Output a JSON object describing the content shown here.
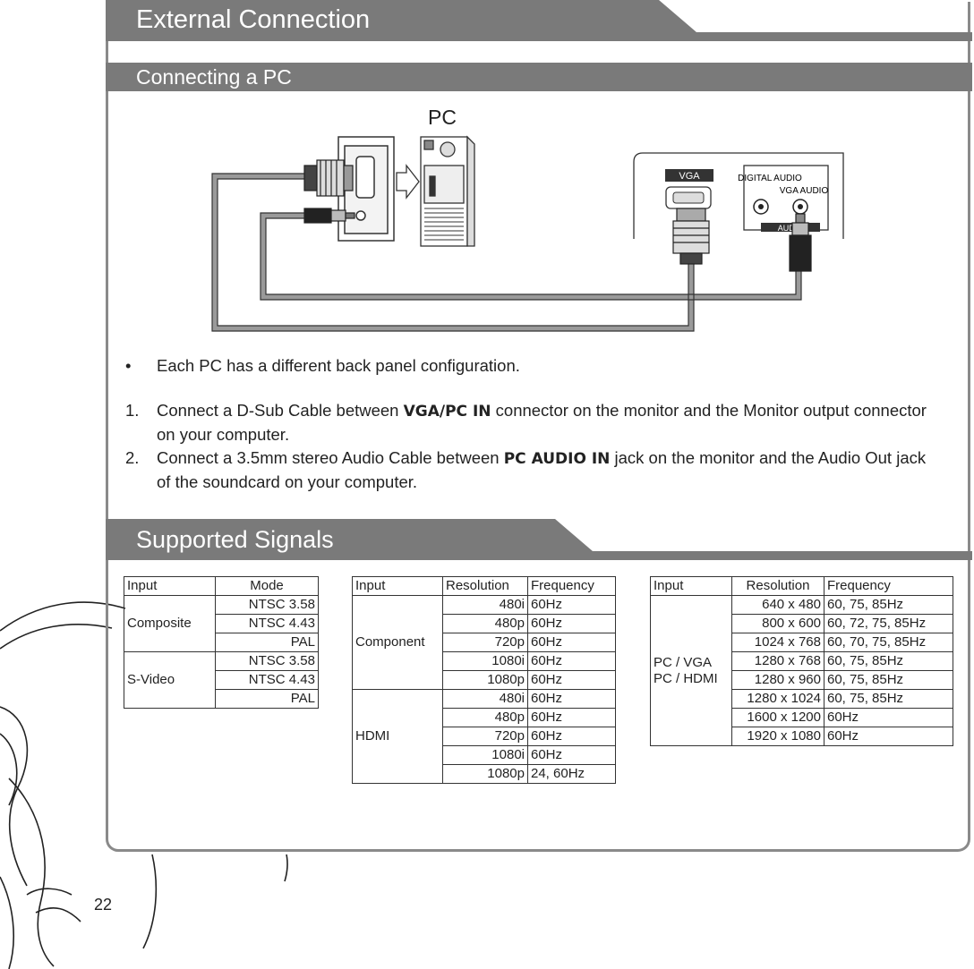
{
  "headers": {
    "section": "External Connection",
    "subsection": "Connecting a PC",
    "signals": "Supported Signals"
  },
  "diagram": {
    "pc_label": "PC",
    "vga_label": "VGA",
    "digital_audio_label": "DIGITAL AUDIO",
    "vga_audio_label": "VGA AUDIO",
    "audio_strip_label": "AUDIO"
  },
  "instructions": {
    "bullet": "Each PC has a different back panel configuration.",
    "steps": [
      {
        "num": "1.",
        "pre": "Connect a D-Sub Cable between ",
        "bold": "VGA/PC IN",
        "post": " connector on the monitor and the Monitor output connector on your computer."
      },
      {
        "num": "2.",
        "pre": "Connect a 3.5mm stereo Audio Cable between ",
        "bold": "PC AUDIO IN",
        "post": " jack on the monitor and the Audio Out jack of the soundcard on your computer."
      }
    ]
  },
  "tables": {
    "video": {
      "headers": [
        "Input",
        "Mode"
      ],
      "groups": [
        {
          "input": "Composite",
          "modes": [
            "NTSC 3.58",
            "NTSC  4.43",
            "PAL"
          ]
        },
        {
          "input": "S-Video",
          "modes": [
            "NTSC 3.58",
            "NTSC  4.43",
            "PAL"
          ]
        }
      ]
    },
    "component": {
      "headers": [
        "Input",
        "Resolution",
        "Frequency"
      ],
      "groups": [
        {
          "input": "Component",
          "rows": [
            [
              "480i",
              "60Hz"
            ],
            [
              "480p",
              "60Hz"
            ],
            [
              "720p",
              "60Hz"
            ],
            [
              "1080i",
              "60Hz"
            ],
            [
              "1080p",
              "60Hz"
            ]
          ]
        },
        {
          "input": "HDMI",
          "rows": [
            [
              "480i",
              "60Hz"
            ],
            [
              "480p",
              "60Hz"
            ],
            [
              "720p",
              "60Hz"
            ],
            [
              "1080i",
              "60Hz"
            ],
            [
              "1080p",
              "24, 60Hz"
            ]
          ]
        }
      ]
    },
    "pc": {
      "headers": [
        "Input",
        "Resolution",
        "Frequency"
      ],
      "input_lines": [
        "PC / VGA",
        "PC / HDMI"
      ],
      "rows": [
        [
          "640 x 480",
          "60, 75, 85Hz"
        ],
        [
          "800 x 600",
          "60, 72, 75, 85Hz"
        ],
        [
          "1024 x 768",
          "60, 70, 75, 85Hz"
        ],
        [
          "1280 x 768",
          "60, 75, 85Hz"
        ],
        [
          "1280 x 960",
          "60, 75, 85Hz"
        ],
        [
          "1280 x 1024",
          "60, 75, 85Hz"
        ],
        [
          "1600 x 1200",
          "60Hz"
        ],
        [
          "1920 x 1080",
          "60Hz"
        ]
      ]
    }
  },
  "page_number": "22"
}
